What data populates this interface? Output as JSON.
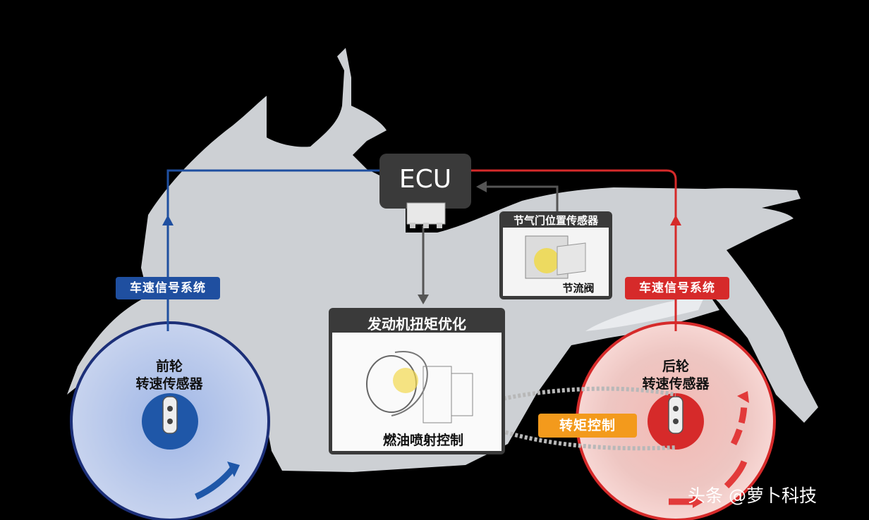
{
  "ecu": {
    "label": "ECU"
  },
  "front": {
    "signal_label": "车速信号系统",
    "sensor_label_line1": "前轮",
    "sensor_label_line2": "转速传感器"
  },
  "rear": {
    "signal_label": "车速信号系统",
    "sensor_label_line1": "后轮",
    "sensor_label_line2": "转速传感器"
  },
  "throttle_panel": {
    "title": "节气门位置传感器",
    "caption": "节流阀"
  },
  "engine_panel": {
    "title": "发动机扭矩优化",
    "caption": "燃油喷射控制"
  },
  "torque_control": {
    "label": "转矩控制"
  },
  "watermark": {
    "text": "头条 @萝卜科技"
  },
  "colors": {
    "background": "#000000",
    "silhouette": "#cdd0d4",
    "front_blue": "#1d4f9a",
    "rear_red": "#d62a2a",
    "ecu_box": "#3a3a3a",
    "torque_orange": "#f39a1c"
  }
}
